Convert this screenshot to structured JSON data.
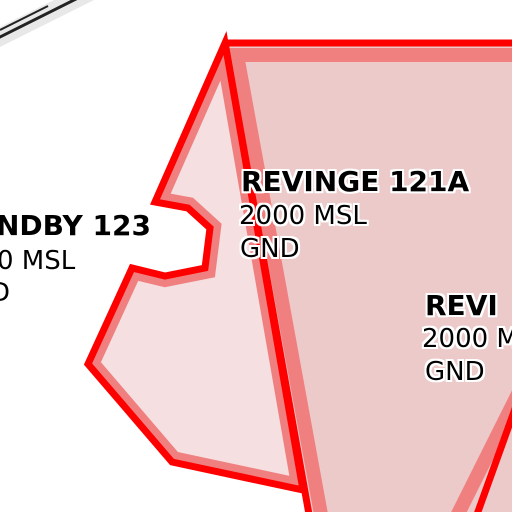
{
  "zones": [
    {
      "name": "NDBY 123",
      "upper": "0 MSL",
      "lower": "D"
    },
    {
      "name": "REVINGE 121A",
      "upper": "2000 MSL",
      "lower": "GND"
    },
    {
      "name": "REVI",
      "upper": "2000 M",
      "lower": "GND"
    }
  ],
  "colors": {
    "zone_border": "#ff0000",
    "zone_inner_band": "#f08080",
    "zone_fill_light": "#f6dfe0",
    "zone_fill_main": "#eccaca",
    "road": "#222222"
  }
}
